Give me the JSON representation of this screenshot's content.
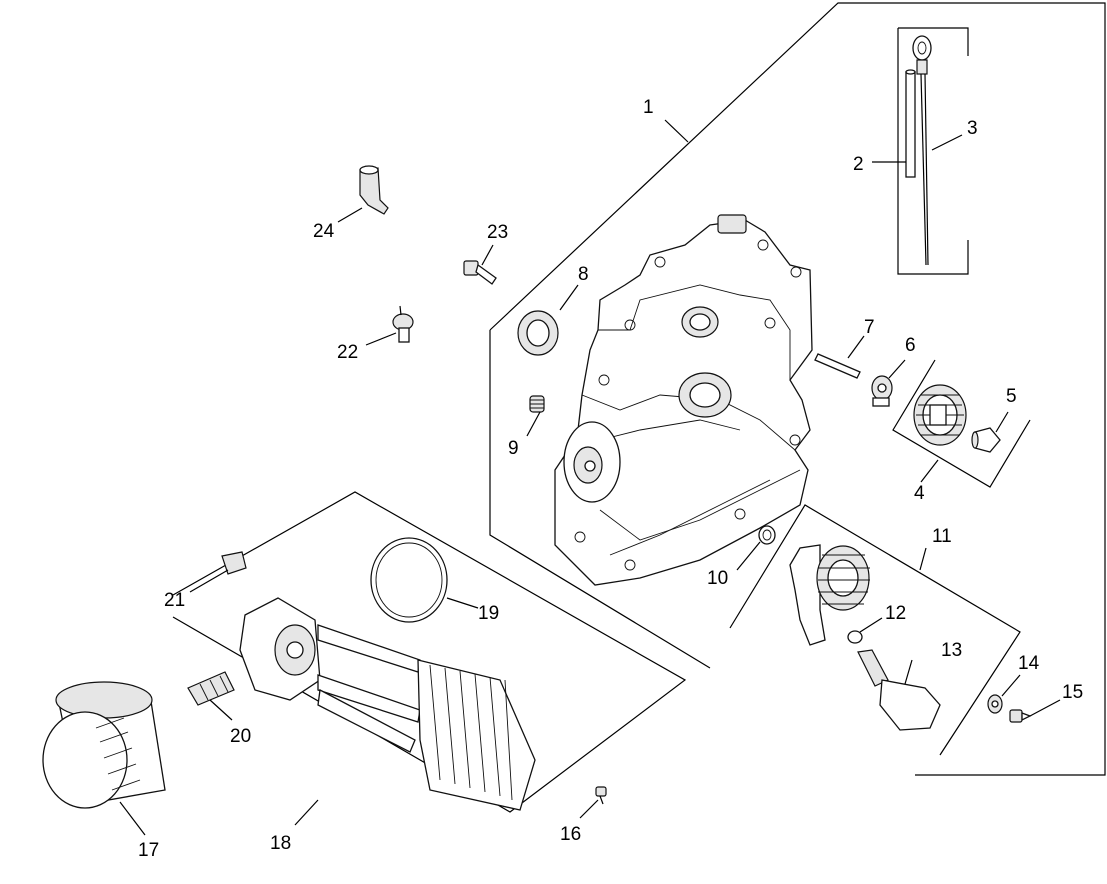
{
  "diagram": {
    "type": "exploded-parts-diagram",
    "callouts": {
      "c1": "1",
      "c2": "2",
      "c3": "3",
      "c4": "4",
      "c5": "5",
      "c6": "6",
      "c7": "7",
      "c8": "8",
      "c9": "9",
      "c10": "10",
      "c11": "11",
      "c12": "12",
      "c13": "13",
      "c14": "14",
      "c15": "15",
      "c16": "16",
      "c17": "17",
      "c18": "18",
      "c19": "19",
      "c20": "20",
      "c21": "21",
      "c22": "22",
      "c23": "23",
      "c24": "24"
    }
  }
}
